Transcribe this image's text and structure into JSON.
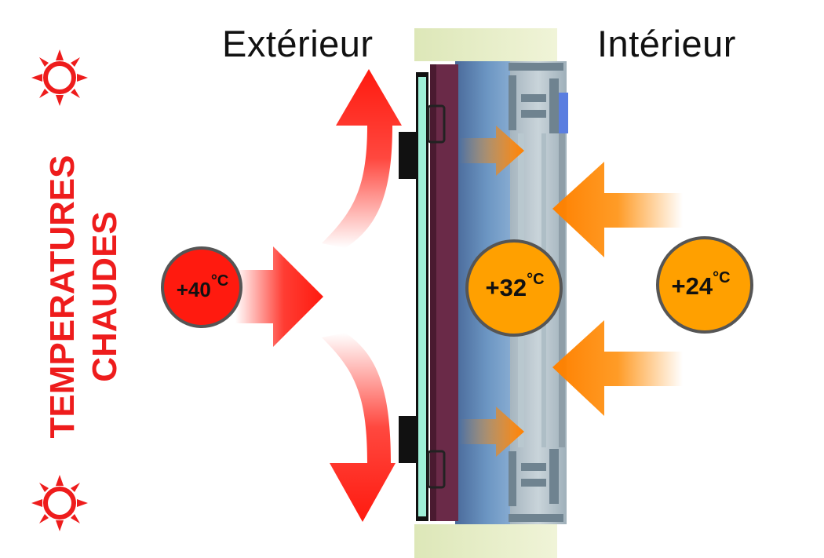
{
  "labels": {
    "exterior": "Extérieur",
    "interior": "Intérieur"
  },
  "side_title": {
    "line1": "TEMPERATURES",
    "line2": "CHAUDES"
  },
  "temperatures": {
    "outside": {
      "value": "+40",
      "unit": "°C",
      "color": "#ff1a0f"
    },
    "glazing": {
      "value": "+32",
      "unit": "°C",
      "color": "#ffa000"
    },
    "inside": {
      "value": "+24",
      "unit": "°C",
      "color": "#ffa000"
    }
  },
  "colors": {
    "heat_red": "#ff1a0f",
    "heat_orange": "#ff8a00",
    "title_red": "#ee1c1c"
  },
  "icons": [
    "sun-icon",
    "sun-icon"
  ]
}
